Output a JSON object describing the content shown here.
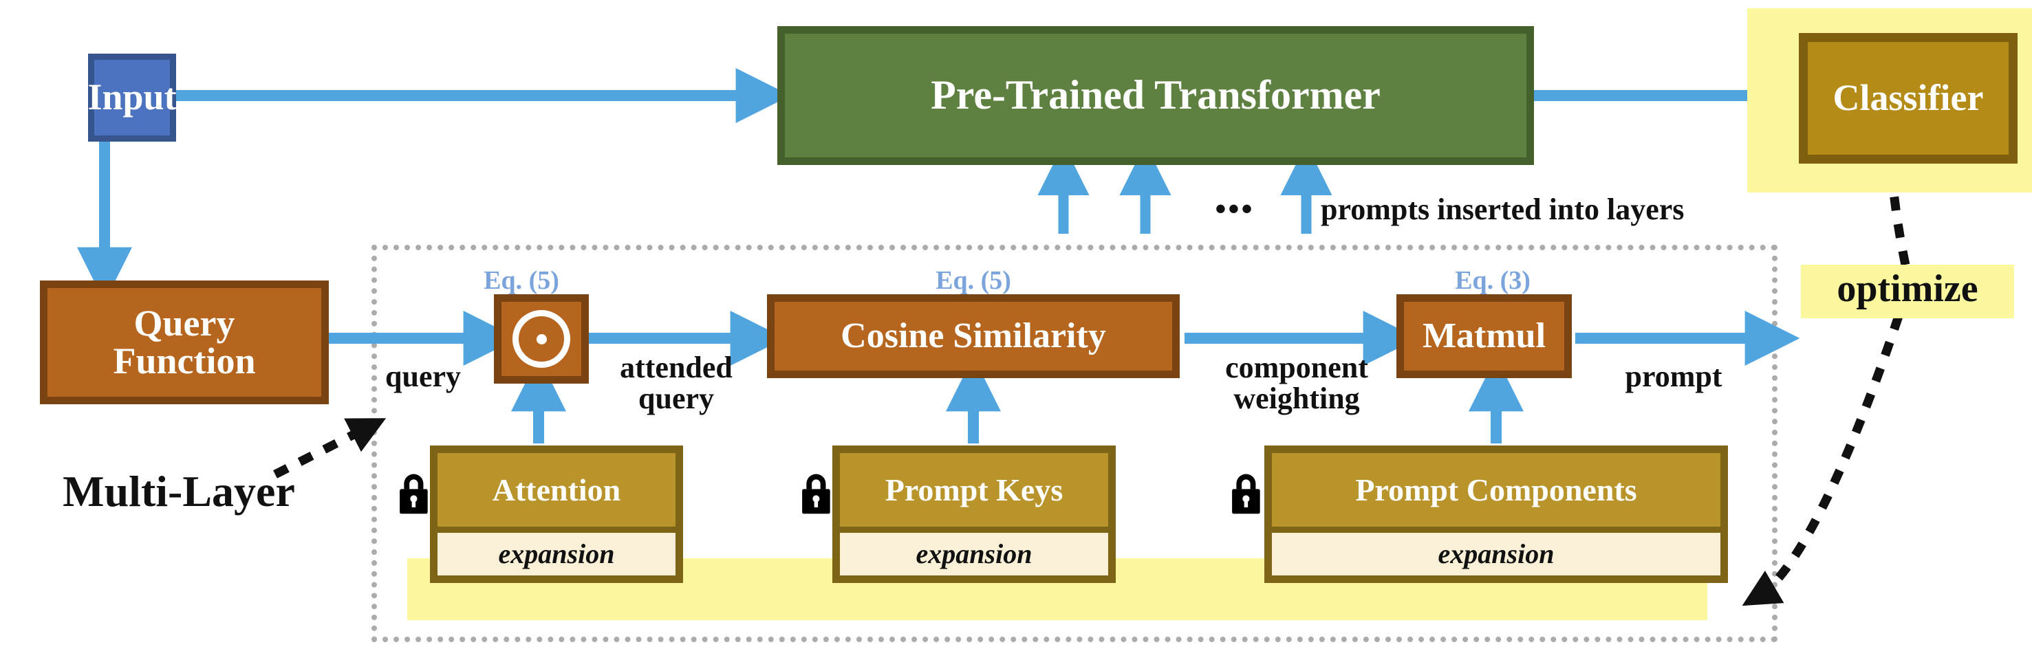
{
  "diagram": {
    "title_note": "Prompt-based continual learning architecture",
    "colors": {
      "blue_node": "#4C73C0",
      "blue_node_border": "#36548E",
      "orange_node": "#B5651D",
      "orange_node_border": "#7A4312",
      "green_node": "#5E8040",
      "green_node_border": "#44602C",
      "gold_node": "#B8942B",
      "gold_node_border": "#7E6416",
      "classifier_fill": "#B58B18",
      "classifier_border": "#7D5F0E",
      "highlight_yellow": "#FAF79E",
      "expansion_fill": "#FAF0D7",
      "arrow_blue": "#51A5DF",
      "eq_label_blue": "#7BA3DC",
      "dotted_gray": "#ABABAB"
    },
    "nodes": {
      "input": "Input",
      "query_function": "Query\nFunction",
      "transformer": "Pre-Trained Transformer",
      "classifier": "Classifier",
      "hadamard_op": "⊙",
      "cosine_similarity": "Cosine Similarity",
      "matmul": "Matmul"
    },
    "params": [
      {
        "name": "Attention",
        "sub": "expansion",
        "locked": true
      },
      {
        "name": "Prompt Keys",
        "sub": "expansion",
        "locked": true
      },
      {
        "name": "Prompt Components",
        "sub": "expansion",
        "locked": true
      }
    ],
    "eq_labels": {
      "hadamard": "Eq. (5)",
      "cosine": "Eq. (5)",
      "matmul": "Eq. (3)"
    },
    "edge_labels": {
      "query": "query",
      "attended_query": "attended\nquery",
      "component_weighting": "component\nweighting",
      "prompt": "prompt",
      "prompts_inserted": "prompts inserted into layers",
      "ellipsis": "•••"
    },
    "annotations": {
      "multi_layer": "Multi-Layer",
      "optimize": "optimize"
    },
    "icons": {
      "lock": "lock-icon",
      "hadamard": "circled-dot-icon"
    }
  }
}
